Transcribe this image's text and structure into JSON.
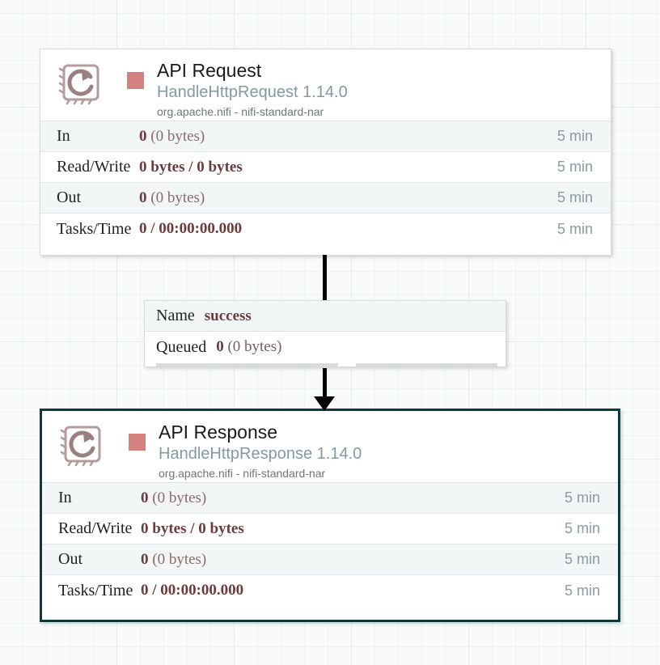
{
  "canvas": {
    "background_color": "#f8fafb",
    "grid_line_color": "#e6eced"
  },
  "processors": [
    {
      "id": "api-request",
      "name": "API Request",
      "type": "HandleHttpRequest 1.14.0",
      "bundle": "org.apache.nifi - nifi-standard-nar",
      "run_status": "stopped",
      "status_color": "#d4807f",
      "selected": false,
      "icon": "processor-chip-icon",
      "stats": [
        {
          "label": "In",
          "value_strong": "0",
          "value_muted": "(0 bytes)",
          "time": "5 min"
        },
        {
          "label": "Read/Write",
          "value_strong": "0 bytes / 0 bytes",
          "value_muted": "",
          "time": "5 min"
        },
        {
          "label": "Out",
          "value_strong": "0",
          "value_muted": "(0 bytes)",
          "time": "5 min"
        },
        {
          "label": "Tasks/Time",
          "value_strong": "0 / 00:00:00.000",
          "value_muted": "",
          "time": "5 min"
        }
      ]
    },
    {
      "id": "api-response",
      "name": "API Response",
      "type": "HandleHttpResponse 1.14.0",
      "bundle": "org.apache.nifi - nifi-standard-nar",
      "run_status": "stopped",
      "status_color": "#d4807f",
      "selected": true,
      "selection_color": "#0d3b3b",
      "icon": "processor-chip-icon",
      "stats": [
        {
          "label": "In",
          "value_strong": "0",
          "value_muted": "(0 bytes)",
          "time": "5 min"
        },
        {
          "label": "Read/Write",
          "value_strong": "0 bytes / 0 bytes",
          "value_muted": "",
          "time": "5 min"
        },
        {
          "label": "Out",
          "value_strong": "0",
          "value_muted": "(0 bytes)",
          "time": "5 min"
        },
        {
          "label": "Tasks/Time",
          "value_strong": "0 / 00:00:00.000",
          "value_muted": "",
          "time": "5 min"
        }
      ]
    }
  ],
  "connection": {
    "name_label": "Name",
    "name_value": "success",
    "queued_label": "Queued",
    "queued_count": "0",
    "queued_size": "(0 bytes)"
  }
}
